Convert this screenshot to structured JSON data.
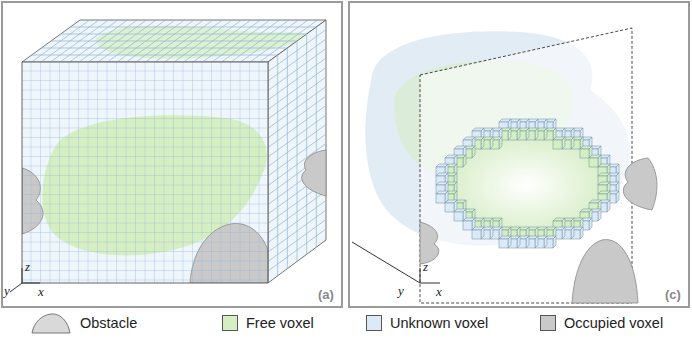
{
  "diagram": {
    "labels": [
      "z",
      "y",
      "x",
      "(a)",
      "z",
      "y",
      "x",
      "(c)"
    ],
    "legend": [
      {
        "text": "Obstacle"
      },
      {
        "text": "Free voxel",
        "color": "#d5efc3"
      },
      {
        "text": "Unknown voxel",
        "color": "#dbeaf6"
      },
      {
        "text": "Occupied voxel",
        "color": "#c9c9c9"
      }
    ]
  }
}
